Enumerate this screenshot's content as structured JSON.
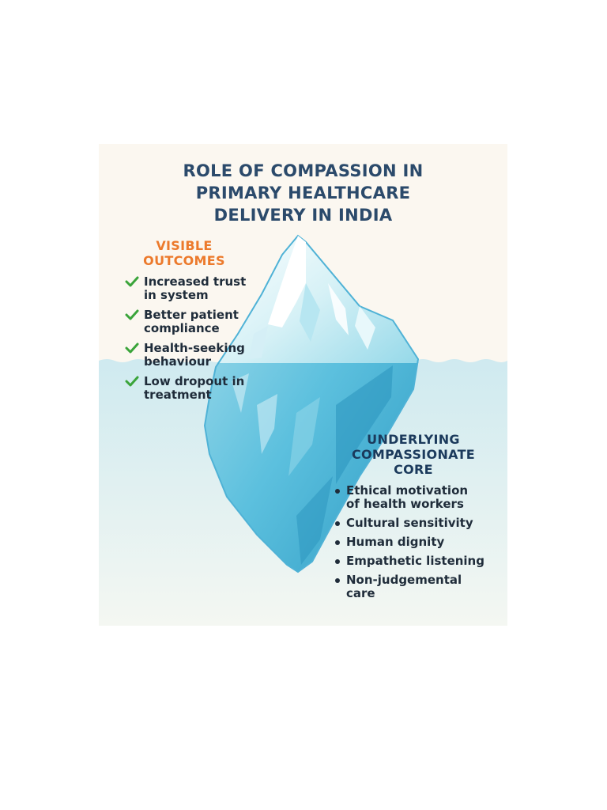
{
  "title_lines": [
    "ROLE OF COMPASSION IN",
    "PRIMARY HEALTHCARE",
    "DELIVERY IN INDIA"
  ],
  "visible": {
    "heading_lines": [
      "VISIBLE",
      "OUTCOMES"
    ],
    "items": [
      {
        "lines": [
          "Increased trust",
          "in system"
        ]
      },
      {
        "lines": [
          "Better patient",
          "compliance"
        ]
      },
      {
        "lines": [
          "Health-seeking",
          "behaviour"
        ]
      },
      {
        "lines": [
          "Low dropout in",
          "treatment"
        ]
      }
    ]
  },
  "core": {
    "heading_lines": [
      "UNDERLYING",
      "COMPASSIONATE",
      "CORE"
    ],
    "items": [
      {
        "lines": [
          "Ethical motivation",
          "of health workers"
        ]
      },
      {
        "lines": [
          "Cultural sensitivity"
        ]
      },
      {
        "lines": [
          "Human dignity"
        ]
      },
      {
        "lines": [
          "Empathetic listening"
        ]
      },
      {
        "lines": [
          "Non-judgemental",
          "care"
        ]
      }
    ]
  },
  "colors": {
    "background": "#fbf7f0",
    "title": "#2b4a6b",
    "visible_heading": "#ec7a2c",
    "core_heading": "#1b3a5c",
    "text": "#1f2c3a",
    "check": "#3aa43a",
    "water": "#cfe9ee",
    "ice_top": "#bfe9f2",
    "ice_below": "#3fb0d3"
  },
  "icons": {
    "check": "check-icon",
    "bullet": "bullet-icon"
  }
}
